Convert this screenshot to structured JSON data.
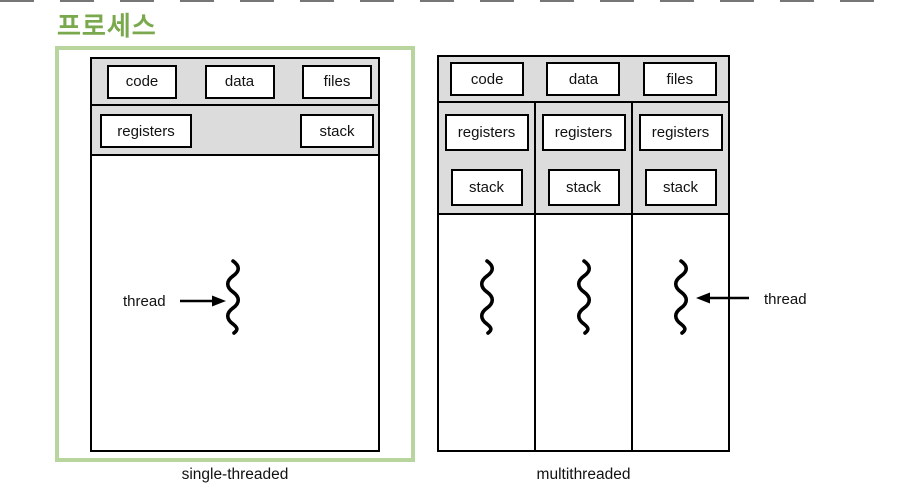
{
  "page": {
    "title": "프로세스"
  },
  "colors": {
    "title_green": "#79a94c",
    "panel_border_green": "#b7d59c",
    "band_gray": "#dcdcdc",
    "line_black": "#000000"
  },
  "left_panel": {
    "caption": "single-threaded",
    "top_boxes": [
      "code",
      "data",
      "files"
    ],
    "registers_label": "registers",
    "stack_label": "stack",
    "thread_label": "thread"
  },
  "right_panel": {
    "caption": "multithreaded",
    "top_boxes": [
      "code",
      "data",
      "files"
    ],
    "columns": [
      {
        "registers": "registers",
        "stack": "stack"
      },
      {
        "registers": "registers",
        "stack": "stack"
      },
      {
        "registers": "registers",
        "stack": "stack"
      }
    ],
    "thread_label": "thread"
  }
}
